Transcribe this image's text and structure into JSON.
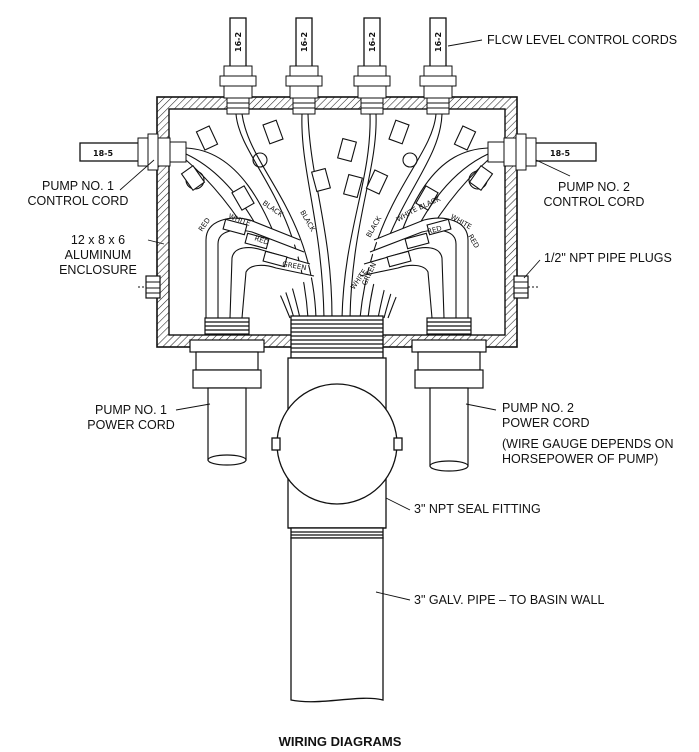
{
  "labels": {
    "flcw_cords": "FLCW LEVEL CONTROL CORDS",
    "pump1_control_l1": "PUMP NO. 1",
    "pump1_control_l2": "CONTROL CORD",
    "pump2_control_l1": "PUMP NO. 2",
    "pump2_control_l2": "CONTROL CORD",
    "enclosure_l1": "12 x 8 x 6",
    "enclosure_l2": "ALUMINUM",
    "enclosure_l3": "ENCLOSURE",
    "pipe_plugs": "1/2\" NPT PIPE PLUGS",
    "pump1_power_l1": "PUMP NO. 1",
    "pump1_power_l2": "POWER CORD",
    "pump2_power_l1": "PUMP NO. 2",
    "pump2_power_l2": "POWER CORD",
    "gauge_note_l1": "(WIRE GAUGE DEPENDS ON",
    "gauge_note_l2": "HORSEPOWER OF PUMP)",
    "seal_fitting": "3\" NPT SEAL FITTING",
    "galv_pipe": "3\" GALV. PIPE – TO BASIN WALL",
    "caption": "WIRING DIAGRAMS"
  },
  "cord_tags": {
    "level_cord": "16-2",
    "control_cord": "18-5"
  },
  "wire_colors": {
    "red": "RED",
    "white": "WHITE",
    "black": "BLACK",
    "green": "GREEN"
  }
}
